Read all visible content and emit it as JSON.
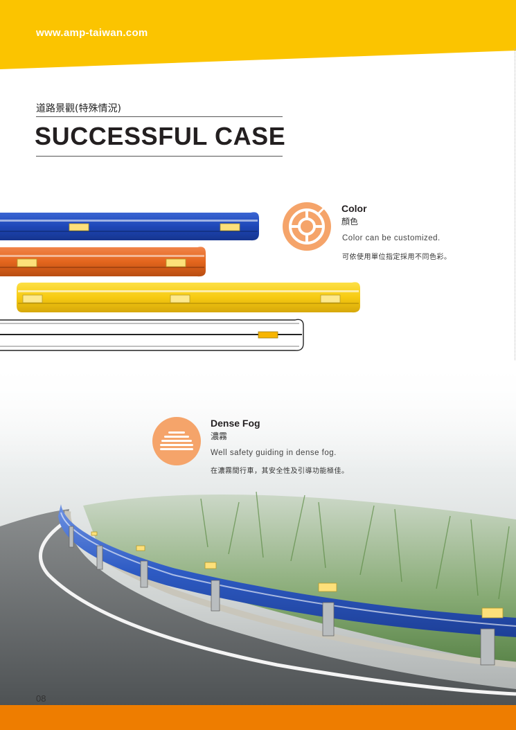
{
  "header": {
    "website": "www.amp-taiwan.com",
    "band_color": "#fbc400"
  },
  "section": {
    "subtitle": "道路景觀(特殊情況)",
    "title": "SUCCESSFUL CASE"
  },
  "guardrail_samples": {
    "colors": [
      "#1e47b8",
      "#e4661d",
      "#f7cb12",
      "#ffffff"
    ],
    "reflector_color": "#fde07a"
  },
  "features": {
    "color": {
      "icon": "palette-icon",
      "title": "Color",
      "title_zh": "顏色",
      "description": "Color can be customized.",
      "description_zh": "可依使用單位指定採用不同色彩。"
    },
    "fog": {
      "icon": "fog-icon",
      "title": "Dense Fog",
      "title_zh": "濃霧",
      "description": "Well safety guiding in dense fog.",
      "description_zh": "在濃霧間行車，其安全性及引導功能極佳。"
    }
  },
  "accent_color": "#f5a46a",
  "page": {
    "number": "08"
  },
  "footer": {
    "band_color": "#ee7d00"
  }
}
